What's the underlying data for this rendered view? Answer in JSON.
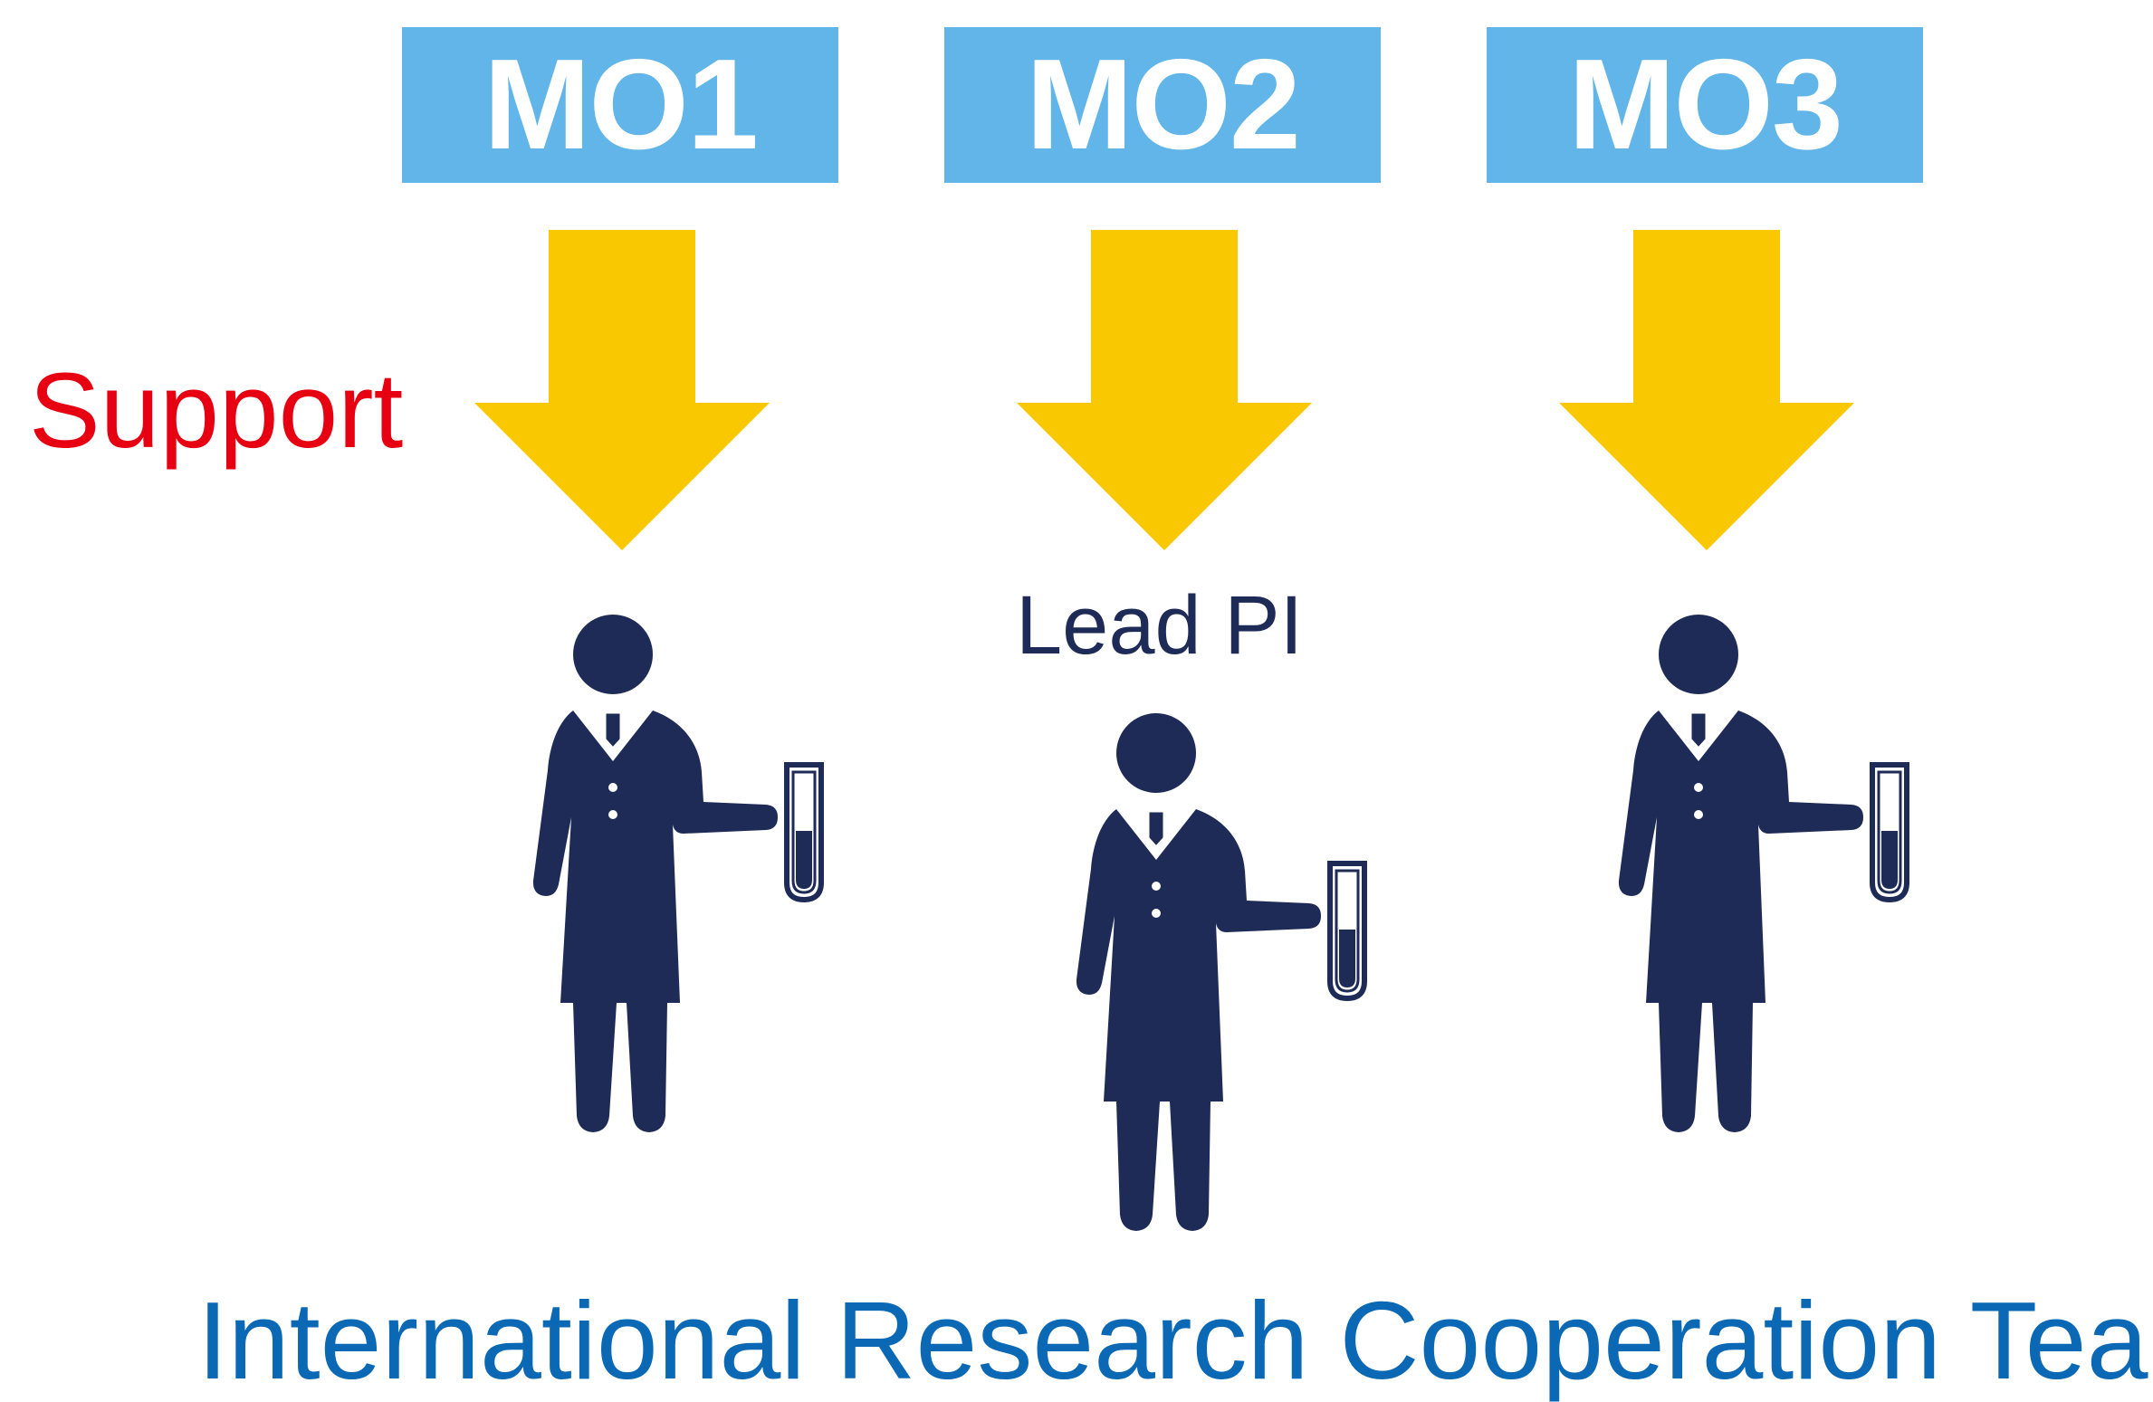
{
  "funders": [
    {
      "label": "MO1"
    },
    {
      "label": "MO2"
    },
    {
      "label": "MO3"
    }
  ],
  "support_label": "Support",
  "lead_label": "Lead PI",
  "team_label": "International Research Cooperation Team",
  "colors": {
    "box": "#61b5e8",
    "arrow": "#fac800",
    "figure": "#1e2b57",
    "support": "#e60012",
    "team": "#0a68b4"
  },
  "icons": [
    "researcher-icon",
    "test-tube-icon",
    "down-arrow-icon"
  ]
}
